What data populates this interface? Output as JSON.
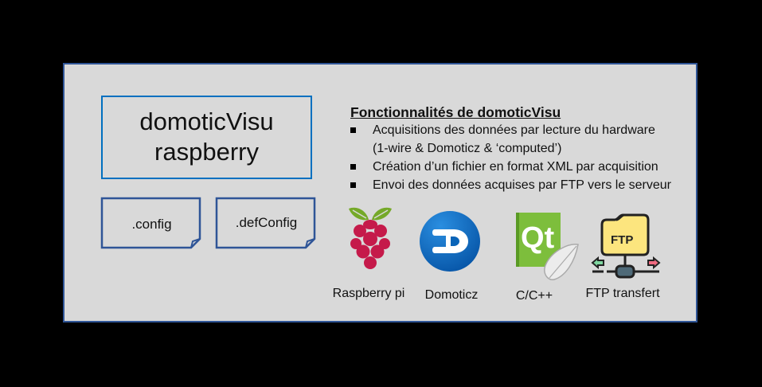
{
  "app": {
    "title_line1": "domoticVisu",
    "title_line2": "raspberry"
  },
  "files": [
    {
      "label": ".config"
    },
    {
      "label": ".defConfig"
    }
  ],
  "features": {
    "heading": "Fonctionnalités de domoticVisu",
    "items": [
      {
        "line1": "Acquisitions des données par lecture du hardware",
        "line2": "(1-wire & Domoticz & ‘computed’)"
      },
      {
        "line1": "Création d’un fichier en format  XML par acquisition"
      },
      {
        "line1": "Envoi des données acquises par FTP vers le serveur"
      }
    ]
  },
  "technologies": [
    {
      "icon": "raspberry-pi-icon",
      "label": "Raspberry pi"
    },
    {
      "icon": "domoticz-icon",
      "label": "Domoticz"
    },
    {
      "icon": "qt-icon",
      "label": "C/C++"
    },
    {
      "icon": "ftp-folder-icon",
      "label": "FTP transfert"
    }
  ],
  "colors": {
    "background": "#000000",
    "panel": "#d9d9d9",
    "panel_border": "#2f5597",
    "title_border": "#0070c0",
    "raspberry_red": "#c51a4a",
    "raspberry_leaf": "#75a928",
    "domoticz_blue": "#0a6fc2",
    "qt_green": "#7dbe3c",
    "ftp_yellow": "#fce57e"
  }
}
